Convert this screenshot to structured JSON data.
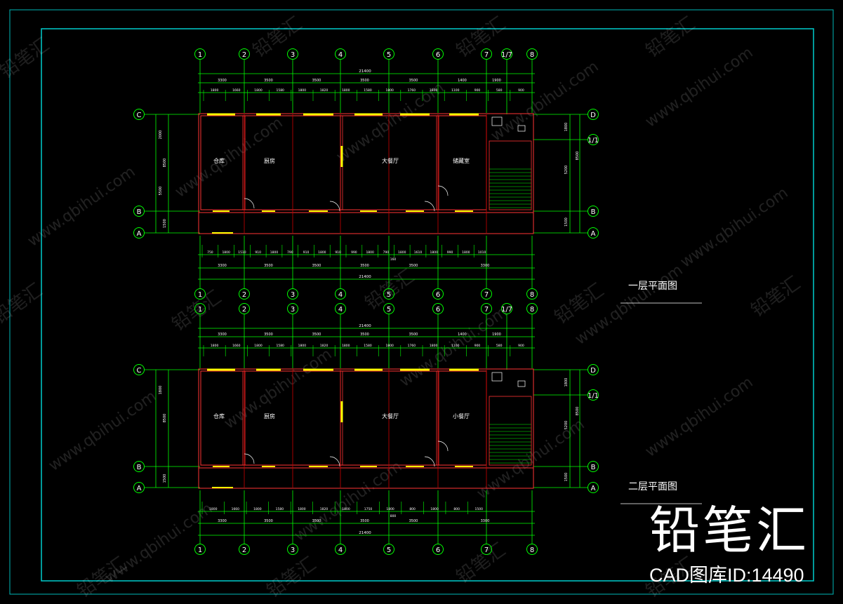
{
  "plans": [
    {
      "id": "plan1",
      "title": "一层平面图",
      "total_dim": "21400",
      "top_segments": [
        "3300",
        "3500",
        "3500",
        "3500",
        "3500",
        "1400",
        "1900"
      ],
      "top_details": [
        "1800",
        "1660",
        "1800",
        "1580",
        "1800",
        "1820",
        "1800",
        "1580",
        "1800",
        "1760",
        "1800",
        "1100",
        "900",
        "580",
        "900"
      ],
      "bottom_details": [
        "750",
        "1800",
        "1510",
        "910",
        "1800",
        "790",
        "910",
        "1800",
        "910",
        "990",
        "1800",
        "790",
        "1800",
        "1610",
        "1800",
        "990",
        "1800",
        "1010"
      ],
      "bottom_segments": [
        "3300",
        "3500",
        "3500",
        "3500",
        "3500",
        "3300"
      ],
      "mid_label": "160",
      "left_dims": [
        "2000",
        "8500",
        "5500"
      ],
      "left_dims2": [
        "1500"
      ],
      "right_dims": [
        "1800",
        "5200",
        "8500",
        "1500"
      ],
      "axes_letters": [
        "C",
        "B",
        "A"
      ],
      "right_letters": [
        "D",
        "1/1",
        "B",
        "A"
      ],
      "rooms": [
        "仓库",
        "厨房",
        "大餐厅",
        "储藏室"
      ]
    },
    {
      "id": "plan2",
      "title": "二层平面图",
      "total_dim": "21400",
      "top_segments": [
        "3300",
        "3500",
        "3500",
        "3500",
        "3500",
        "1400",
        "1900"
      ],
      "top_details": [
        "1800",
        "1660",
        "1800",
        "1580",
        "1800",
        "1820",
        "1800",
        "1580",
        "1800",
        "1760",
        "1800",
        "1100",
        "900",
        "580",
        "900"
      ],
      "bottom_details": [
        "1800",
        "1660",
        "1800",
        "1580",
        "1800",
        "1820",
        "1800",
        "1750",
        "1800",
        "800",
        "1800",
        "800",
        "1500"
      ],
      "bottom_segments": [
        "3300",
        "3500",
        "3500",
        "3500",
        "3500",
        "3300"
      ],
      "mid_label": "800",
      "left_dims": [
        "1800",
        "8500"
      ],
      "left_dims2": [
        "1500"
      ],
      "right_dims": [
        "1800",
        "5200",
        "8500",
        "1500"
      ],
      "axes_letters": [
        "C",
        "B",
        "A"
      ],
      "right_letters": [
        "D",
        "1/1",
        "B",
        "A"
      ],
      "rooms": [
        "仓库",
        "厨房",
        "大餐厅",
        "小餐厅"
      ]
    }
  ],
  "axis_numbers": [
    "1",
    "2",
    "3",
    "4",
    "5",
    "6",
    "7",
    "1/7",
    "8"
  ],
  "watermark": "www.qbihui.com",
  "watermark_brand": "铅笔汇",
  "brand_name": "铅笔汇",
  "brand_id": "CAD图库ID:14490",
  "colors": {
    "axis": "#00ff00",
    "wall": "#ff3333",
    "window": "#ffff00",
    "frame": "#00cccc",
    "text": "#ffffff",
    "grid_red": "#cc0000"
  }
}
